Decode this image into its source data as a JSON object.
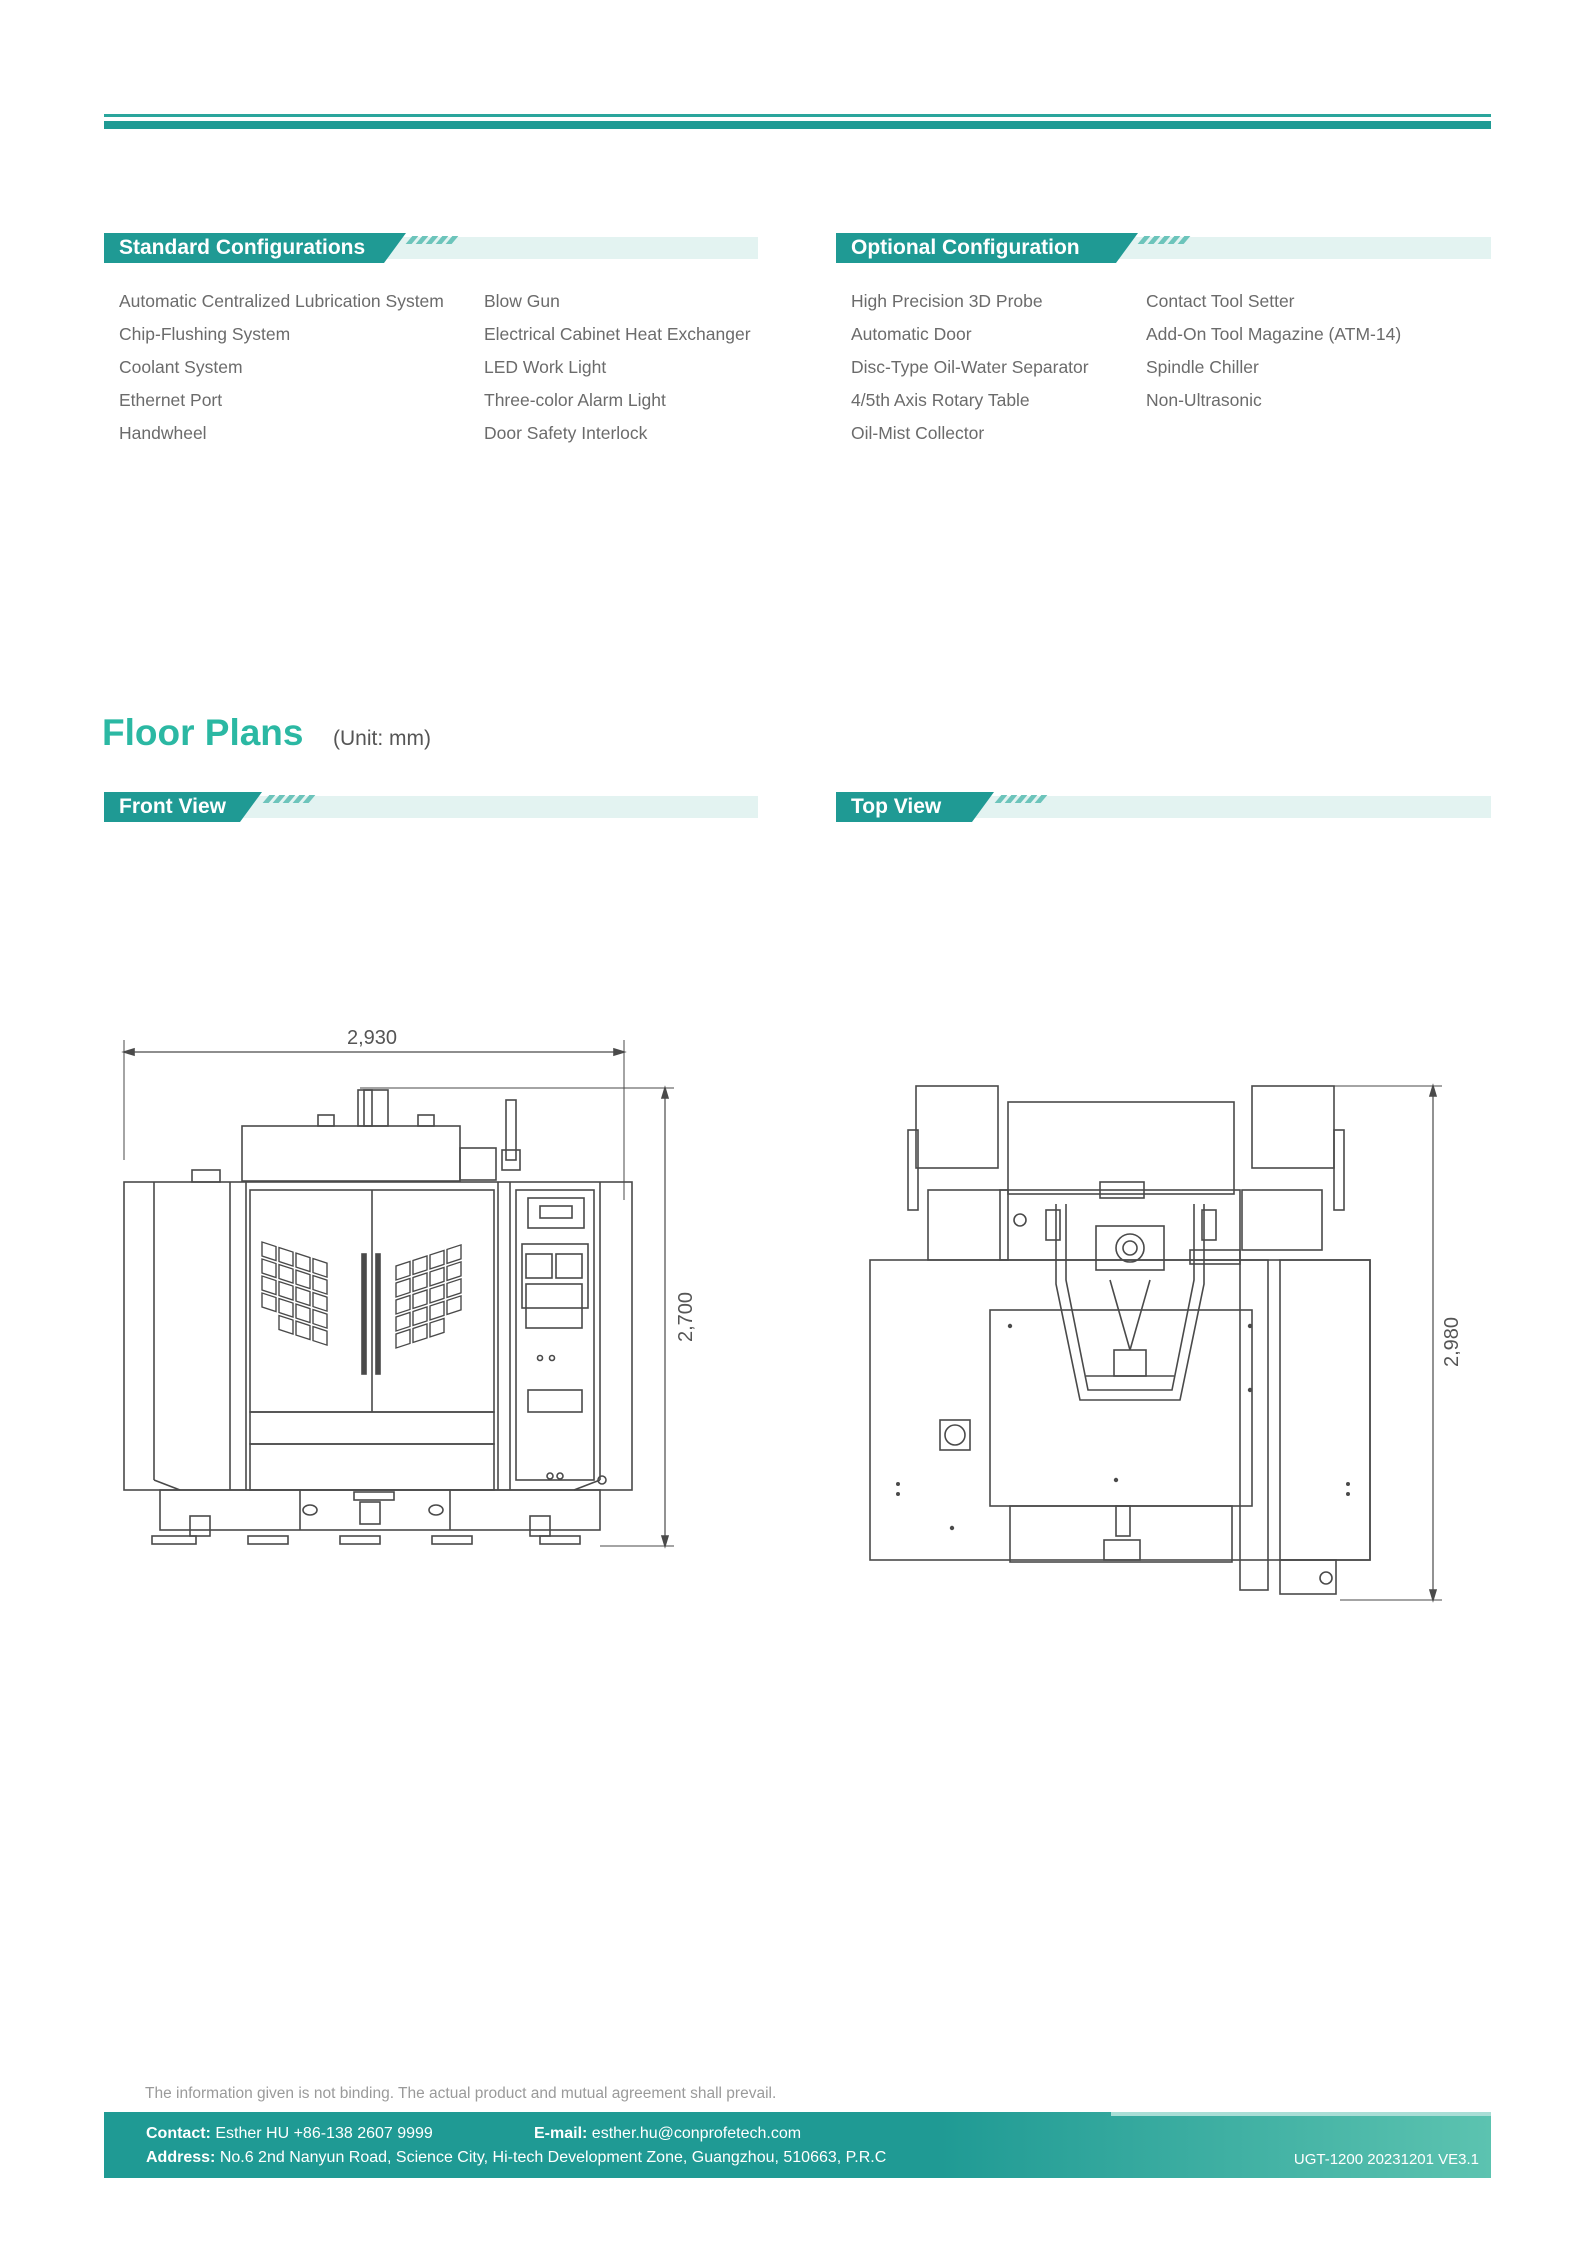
{
  "standard": {
    "title": "Standard Configurations",
    "col1": [
      "Automatic Centralized Lubrication System",
      "Chip-Flushing System",
      "Coolant System",
      "Ethernet Port",
      "Handwheel"
    ],
    "col2": [
      "Blow Gun",
      "Electrical Cabinet Heat Exchanger",
      "LED Work Light",
      "Three-color Alarm Light",
      "Door Safety Interlock"
    ]
  },
  "optional": {
    "title": "Optional Configuration",
    "col1": [
      "High Precision 3D Probe",
      "Automatic Door",
      "Disc-Type Oil-Water Separator",
      "4/5th Axis Rotary Table",
      "Oil-Mist Collector"
    ],
    "col2": [
      "Contact Tool Setter",
      "Add-On Tool Magazine (ATM-14)",
      "Spindle Chiller",
      "Non-Ultrasonic"
    ]
  },
  "floor_plans": {
    "title": "Floor Plans",
    "unit": "(Unit: mm)",
    "front_view": {
      "title": "Front View",
      "width_label": "2,930",
      "height_label": "2,700"
    },
    "top_view": {
      "title": "Top View",
      "depth_label": "2,980"
    }
  },
  "disclaimer": "The information given is not binding. The actual product and mutual agreement shall prevail.",
  "footer": {
    "contact_label": "Contact:",
    "contact_value": "Esther HU  +86-138 2607 9999",
    "email_label": "E-mail:",
    "email_value": "esther.hu@conprofetech.com",
    "address_label": "Address:",
    "address_value": "No.6 2nd Nanyun Road, Science City, Hi-tech Development Zone, Guangzhou, 510663, P.R.C",
    "doc_code": "UGT-1200  20231201 VE3.1"
  },
  "colors": {
    "accent": "#1f9a94",
    "title_green": "#2bb8a3",
    "track": "#e3f3f1"
  }
}
